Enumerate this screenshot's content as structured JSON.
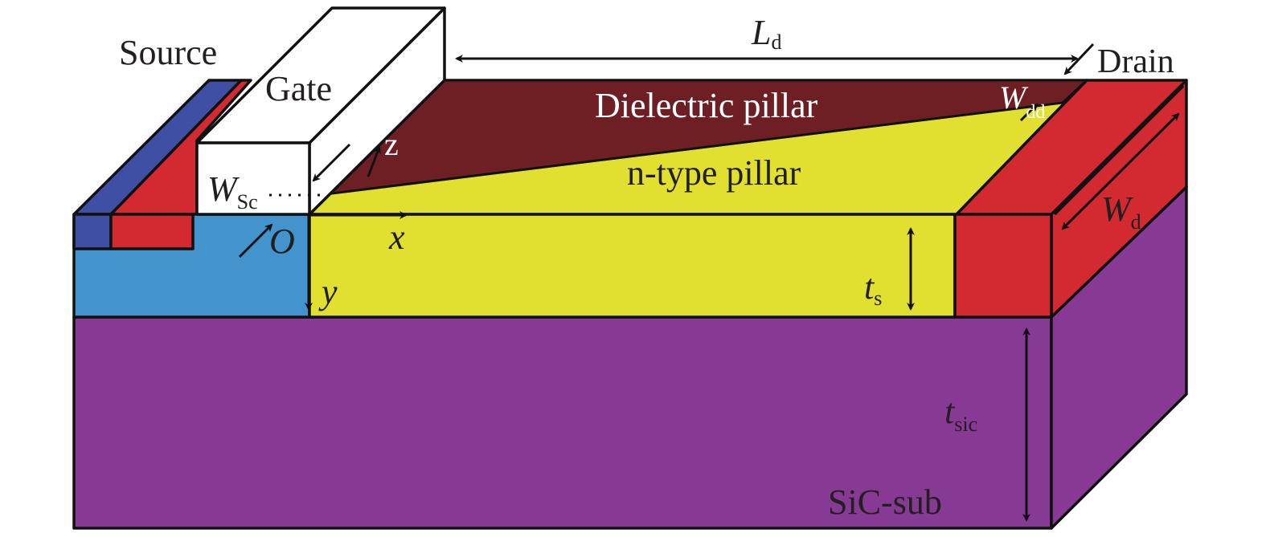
{
  "labels": {
    "source": "Source",
    "gate": "Gate",
    "drain": "Drain",
    "dielectric_pillar": "Dielectric pillar",
    "n_type_pillar": "n-type pillar",
    "substrate": "SiC-sub"
  },
  "dimensions": {
    "ld": {
      "main": "L",
      "sub": "d"
    },
    "wsc": {
      "main": "W",
      "sub": "Sc"
    },
    "wdd": {
      "main": "W",
      "sub": "dd"
    },
    "wd": {
      "main": "W",
      "sub": "d"
    },
    "ts": {
      "main": "t",
      "sub": "s"
    },
    "tsic": {
      "main": "t",
      "sub": "sic"
    }
  },
  "axes": {
    "origin": "O",
    "x": "x",
    "y": "y",
    "z": "z"
  },
  "colors": {
    "source_metal": "#3f4fa3",
    "p_region": "#4393cd",
    "n_pillar": "#e1df2f",
    "dielectric": "#6e1f24",
    "n_plus": "#d22a30",
    "substrate": "#873a93",
    "gate": "#ffffff"
  }
}
